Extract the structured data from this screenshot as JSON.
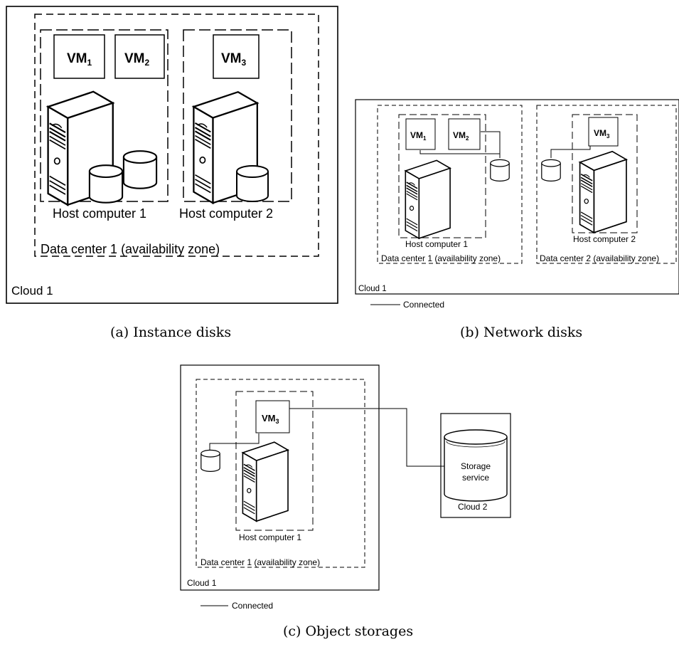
{
  "panel_a": {
    "cloud": "Cloud 1",
    "data_center": "Data center 1 (availability zone)",
    "hosts": [
      "Host computer 1",
      "Host computer 2"
    ],
    "vms": [
      {
        "main": "VM",
        "sub": "1"
      },
      {
        "main": "VM",
        "sub": "2"
      },
      {
        "main": "VM",
        "sub": "3"
      }
    ],
    "caption": "(a) Instance disks"
  },
  "panel_b": {
    "cloud": "Cloud 1",
    "data_centers": [
      "Data center 1 (availability zone)",
      "Data center 2 (availability zone)"
    ],
    "hosts": [
      "Host computer 1",
      "Host computer 2"
    ],
    "vms": [
      {
        "main": "VM",
        "sub": "1"
      },
      {
        "main": "VM",
        "sub": "2"
      },
      {
        "main": "VM",
        "sub": "3"
      }
    ],
    "legend": "Connected",
    "caption": "(b) Network disks"
  },
  "panel_c": {
    "cloud": "Cloud 1",
    "cloud2": "Cloud 2",
    "data_center": "Data center 1 (availability zone)",
    "host": "Host computer 1",
    "vm": {
      "main": "VM",
      "sub": "3"
    },
    "storage_line1": "Storage",
    "storage_line2": "service",
    "legend": "Connected",
    "caption": "(c) Object storages"
  }
}
